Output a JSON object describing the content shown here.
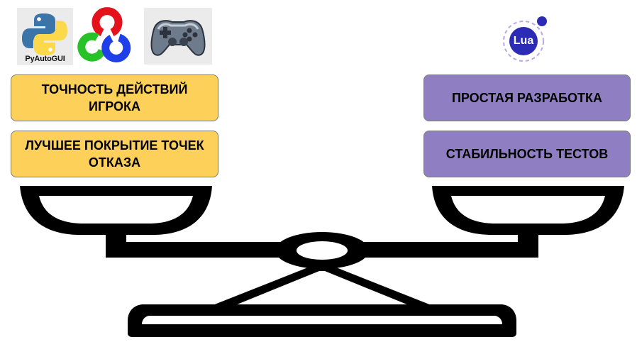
{
  "logos": {
    "pyautogui_caption": "PyAutoGUI",
    "lua_caption": "Lua"
  },
  "left_pan": {
    "items": [
      "ТОЧНОСТЬ ДЕЙСТВИЙ ИГРОКА",
      "ЛУЧШЕЕ ПОКРЫТИЕ ТОЧЕК ОТКАЗА"
    ]
  },
  "right_pan": {
    "items": [
      "ПРОСТАЯ РАЗРАБОТКА",
      "СТАБИЛЬНОСТЬ ТЕСТОВ"
    ]
  },
  "colors": {
    "left_box": "#fdd05a",
    "right_box": "#8f7fc2",
    "scale": "#000000",
    "lua_blue": "#2b2bb5"
  }
}
